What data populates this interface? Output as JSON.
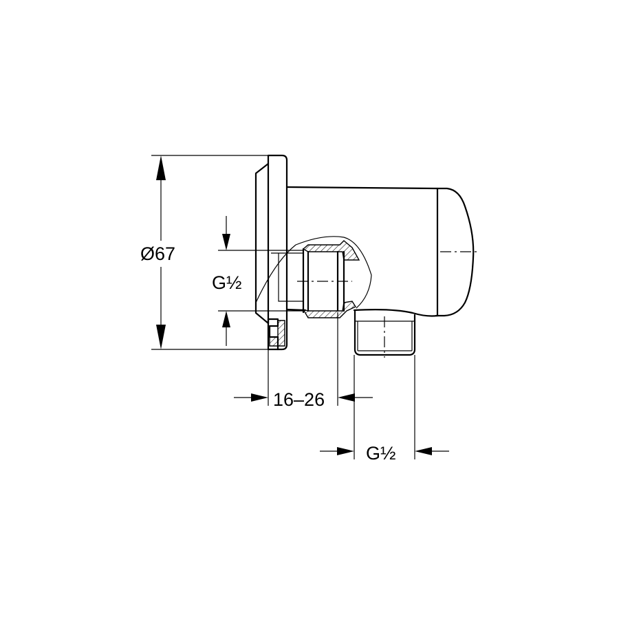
{
  "drawing": {
    "title": "Wall connection elbow - dimensioned side view",
    "background": "#ffffff",
    "line_color": "#000000"
  },
  "dimensions": {
    "diameter": {
      "label": "Ø67",
      "orientation": "vertical"
    },
    "inlet_thread": {
      "label": "G½",
      "orientation": "vertical"
    },
    "wall_depth": {
      "label": "16–26",
      "orientation": "horizontal"
    },
    "outlet_thread": {
      "label": "G½",
      "orientation": "horizontal"
    }
  }
}
